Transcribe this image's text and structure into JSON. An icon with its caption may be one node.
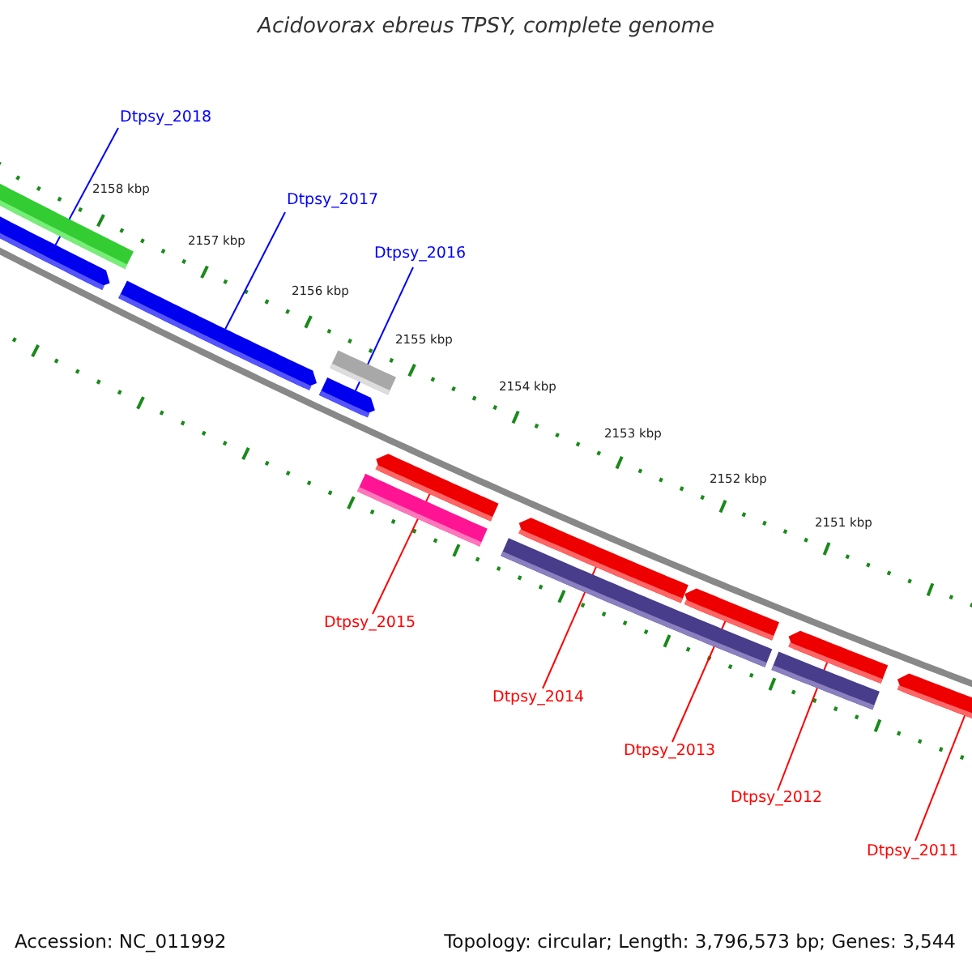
{
  "diagram": {
    "title": "Acidovorax ebreus TPSY, complete genome",
    "nodes": [
      {
        "text": [
          "Dtpsy_2018"
        ]
      },
      {
        "text": [
          "Dtpsy_2017"
        ]
      },
      {
        "text": [
          "Dtpsy_2016"
        ]
      },
      {
        "text": [
          "Dtpsy_2015"
        ]
      },
      {
        "text": [
          "Dtpsy_2014"
        ]
      },
      {
        "text": [
          "Dtpsy_2013"
        ]
      },
      {
        "text": [
          "Dtpsy_2012"
        ]
      },
      {
        "text": [
          "Dtpsy_2011"
        ]
      },
      {
        "text": [],
        "shape": "bar"
      },
      {
        "text": [],
        "shape": "pentagon"
      },
      {
        "text": [],
        "shape": "pentagon"
      },
      {
        "text": [],
        "shape": "pentagon"
      },
      {
        "text": [],
        "shape": "bar"
      },
      {
        "text": [],
        "shape": "pentagon"
      },
      {
        "text": [],
        "shape": "bar"
      },
      {
        "text": [],
        "shape": "pentagon"
      },
      {
        "text": [],
        "shape": "bar"
      },
      {
        "text": [],
        "shape": "pentagon"
      },
      {
        "text": [],
        "shape": "pentagon"
      },
      {
        "text": [],
        "shape": "bar"
      },
      {
        "text": [],
        "shape": "pentagon"
      }
    ],
    "edges": [
      {
        "from": 0,
        "to": 9,
        "arrow": "none",
        "color": "#0000ff"
      },
      {
        "from": 1,
        "to": 10,
        "arrow": "none",
        "color": "#0000ff"
      },
      {
        "from": 2,
        "to": 11,
        "arrow": "none",
        "color": "#0000ff"
      },
      {
        "from": 3,
        "to": 13,
        "arrow": "none"
      },
      {
        "from": 4,
        "to": 15,
        "arrow": "none"
      },
      {
        "from": 5,
        "to": 17,
        "arrow": "none"
      },
      {
        "from": 6,
        "to": 18,
        "arrow": "none"
      },
      {
        "from": 7,
        "to": 20,
        "arrow": "none"
      }
    ],
    "labels": [
      "2158 kbp",
      "2157 kbp",
      "2156 kbp",
      "2155 kbp",
      "2154 kbp",
      "2153 kbp",
      "2152 kbp",
      "2151 kbp",
      "Accession: NC_011992",
      "Topology: circular; Length: 3,796,573 bp; Genes: 3,544"
    ]
  }
}
